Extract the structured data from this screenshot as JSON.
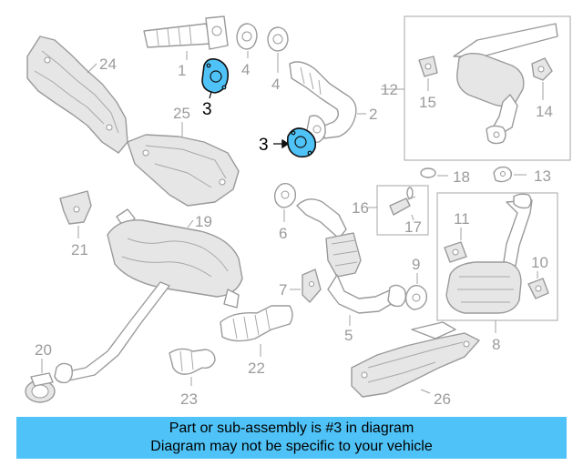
{
  "diagram": {
    "callouts": [
      "1",
      "2",
      "3",
      "3",
      "4",
      "4",
      "5",
      "6",
      "7",
      "8",
      "9",
      "10",
      "11",
      "12",
      "13",
      "14",
      "15",
      "16",
      "17",
      "18",
      "19",
      "20",
      "21",
      "22",
      "23",
      "24",
      "25",
      "26"
    ],
    "highlight_color": "#4fc3f7"
  },
  "banner": {
    "line1": "Part or sub-assembly is #3 in diagram",
    "line2": "Diagram may not be specific to your vehicle",
    "background": "#4fc3f7"
  }
}
